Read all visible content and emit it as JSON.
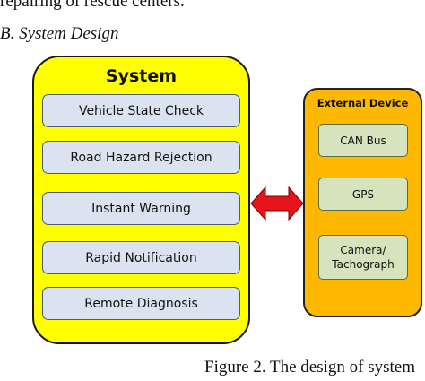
{
  "text": {
    "top_line": "repairing of rescue centers.",
    "section_heading": "B.  System Design",
    "caption": "Figure 2. The design of system"
  },
  "diagram": {
    "system": {
      "title": "System",
      "items": [
        "Vehicle State Check",
        "Road Hazard Rejection",
        "Instant Warning",
        "Rapid Notification",
        "Remote Diagnosis"
      ]
    },
    "external_device": {
      "title": "External Device",
      "items": [
        "CAN Bus",
        "GPS",
        "Camera/\nTachograph"
      ]
    },
    "colors": {
      "system_fill": "#ffff00",
      "system_item_fill": "#dbe3f1",
      "external_fill": "#ffb800",
      "external_item_fill": "#d6e3bc",
      "arrow_fill": "#e8141c"
    }
  }
}
